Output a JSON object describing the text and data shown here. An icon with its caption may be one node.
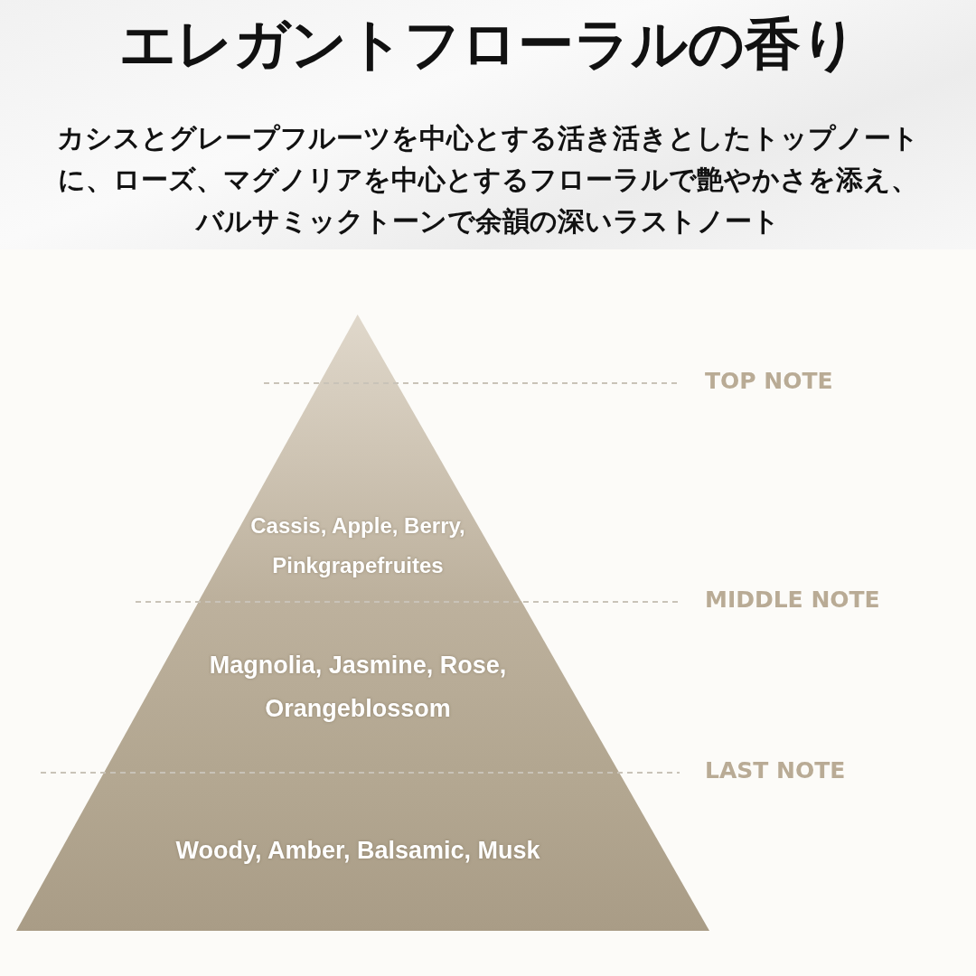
{
  "diagram": {
    "title": "エレガントフローラルの香り",
    "nodes": [
      {
        "text": [
          "Cassis, Apple, Berry, Pinkgrapefruites"
        ]
      },
      {
        "text": [
          "Magnolia, Jasmine, Rose, Orangeblossom"
        ]
      },
      {
        "text": [
          "Woody, Amber, Balsamic, Musk"
        ]
      }
    ],
    "labels": [
      "カシスとグレープフルーツを中心とする活き活きとしたトップノートに、ローズ、マグノリアを中心とするフローラルで艶やかさを添え、バルサミックトーンで余韻の深いラストノート",
      "TOP NOTE",
      "MIDDLE NOTE",
      "LAST NOTE"
    ]
  }
}
